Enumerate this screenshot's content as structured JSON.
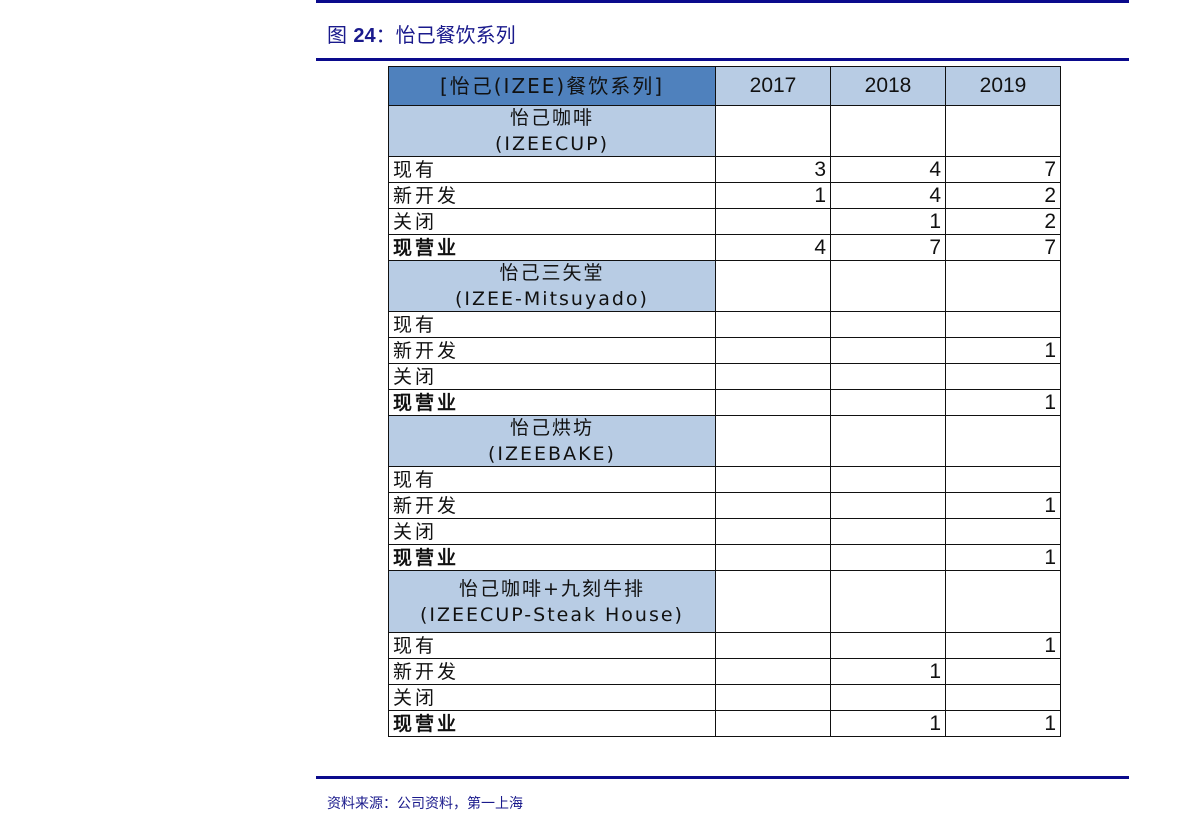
{
  "title": {
    "prefix": "图 ",
    "number": "24",
    "suffix": "：怡己餐饮系列"
  },
  "table": {
    "header": "[怡己(IZEE)餐饮系列]",
    "years": [
      "2017",
      "2018",
      "2019"
    ],
    "sections": [
      {
        "name": "怡己咖啡",
        "sub": "(IZEECUP)",
        "rows": [
          {
            "label": "现有",
            "values": [
              "3",
              "4",
              "7"
            ]
          },
          {
            "label": "新开发",
            "values": [
              "1",
              "4",
              "2"
            ]
          },
          {
            "label": "关闭",
            "values": [
              "",
              "1",
              "2"
            ]
          },
          {
            "label": "现营业",
            "values": [
              "4",
              "7",
              "7"
            ],
            "bold": true
          }
        ]
      },
      {
        "name": "怡己三矢堂",
        "sub": "(IZEE-Mitsuyado)",
        "rows": [
          {
            "label": "现有",
            "values": [
              "",
              "",
              ""
            ]
          },
          {
            "label": "新开发",
            "values": [
              "",
              "",
              "1"
            ]
          },
          {
            "label": "关闭",
            "values": [
              "",
              "",
              ""
            ]
          },
          {
            "label": "现营业",
            "values": [
              "",
              "",
              "1"
            ],
            "bold": true
          }
        ]
      },
      {
        "name": "怡己烘坊",
        "sub": "(IZEEBAKE)",
        "rows": [
          {
            "label": "现有",
            "values": [
              "",
              "",
              ""
            ]
          },
          {
            "label": "新开发",
            "values": [
              "",
              "",
              "1"
            ]
          },
          {
            "label": "关闭",
            "values": [
              "",
              "",
              ""
            ]
          },
          {
            "label": "现营业",
            "values": [
              "",
              "",
              "1"
            ],
            "bold": true
          }
        ]
      },
      {
        "name": "怡己咖啡+九刻牛排",
        "sub": "(IZEECUP-Steak House)",
        "rows": [
          {
            "label": "现有",
            "values": [
              "",
              "",
              "1"
            ]
          },
          {
            "label": "新开发",
            "values": [
              "",
              "1",
              ""
            ]
          },
          {
            "label": "关闭",
            "values": [
              "",
              "",
              ""
            ]
          },
          {
            "label": "现营业",
            "values": [
              "",
              "1",
              "1"
            ],
            "bold": true
          }
        ]
      }
    ]
  },
  "source": "资料来源：公司资料，第一上海"
}
